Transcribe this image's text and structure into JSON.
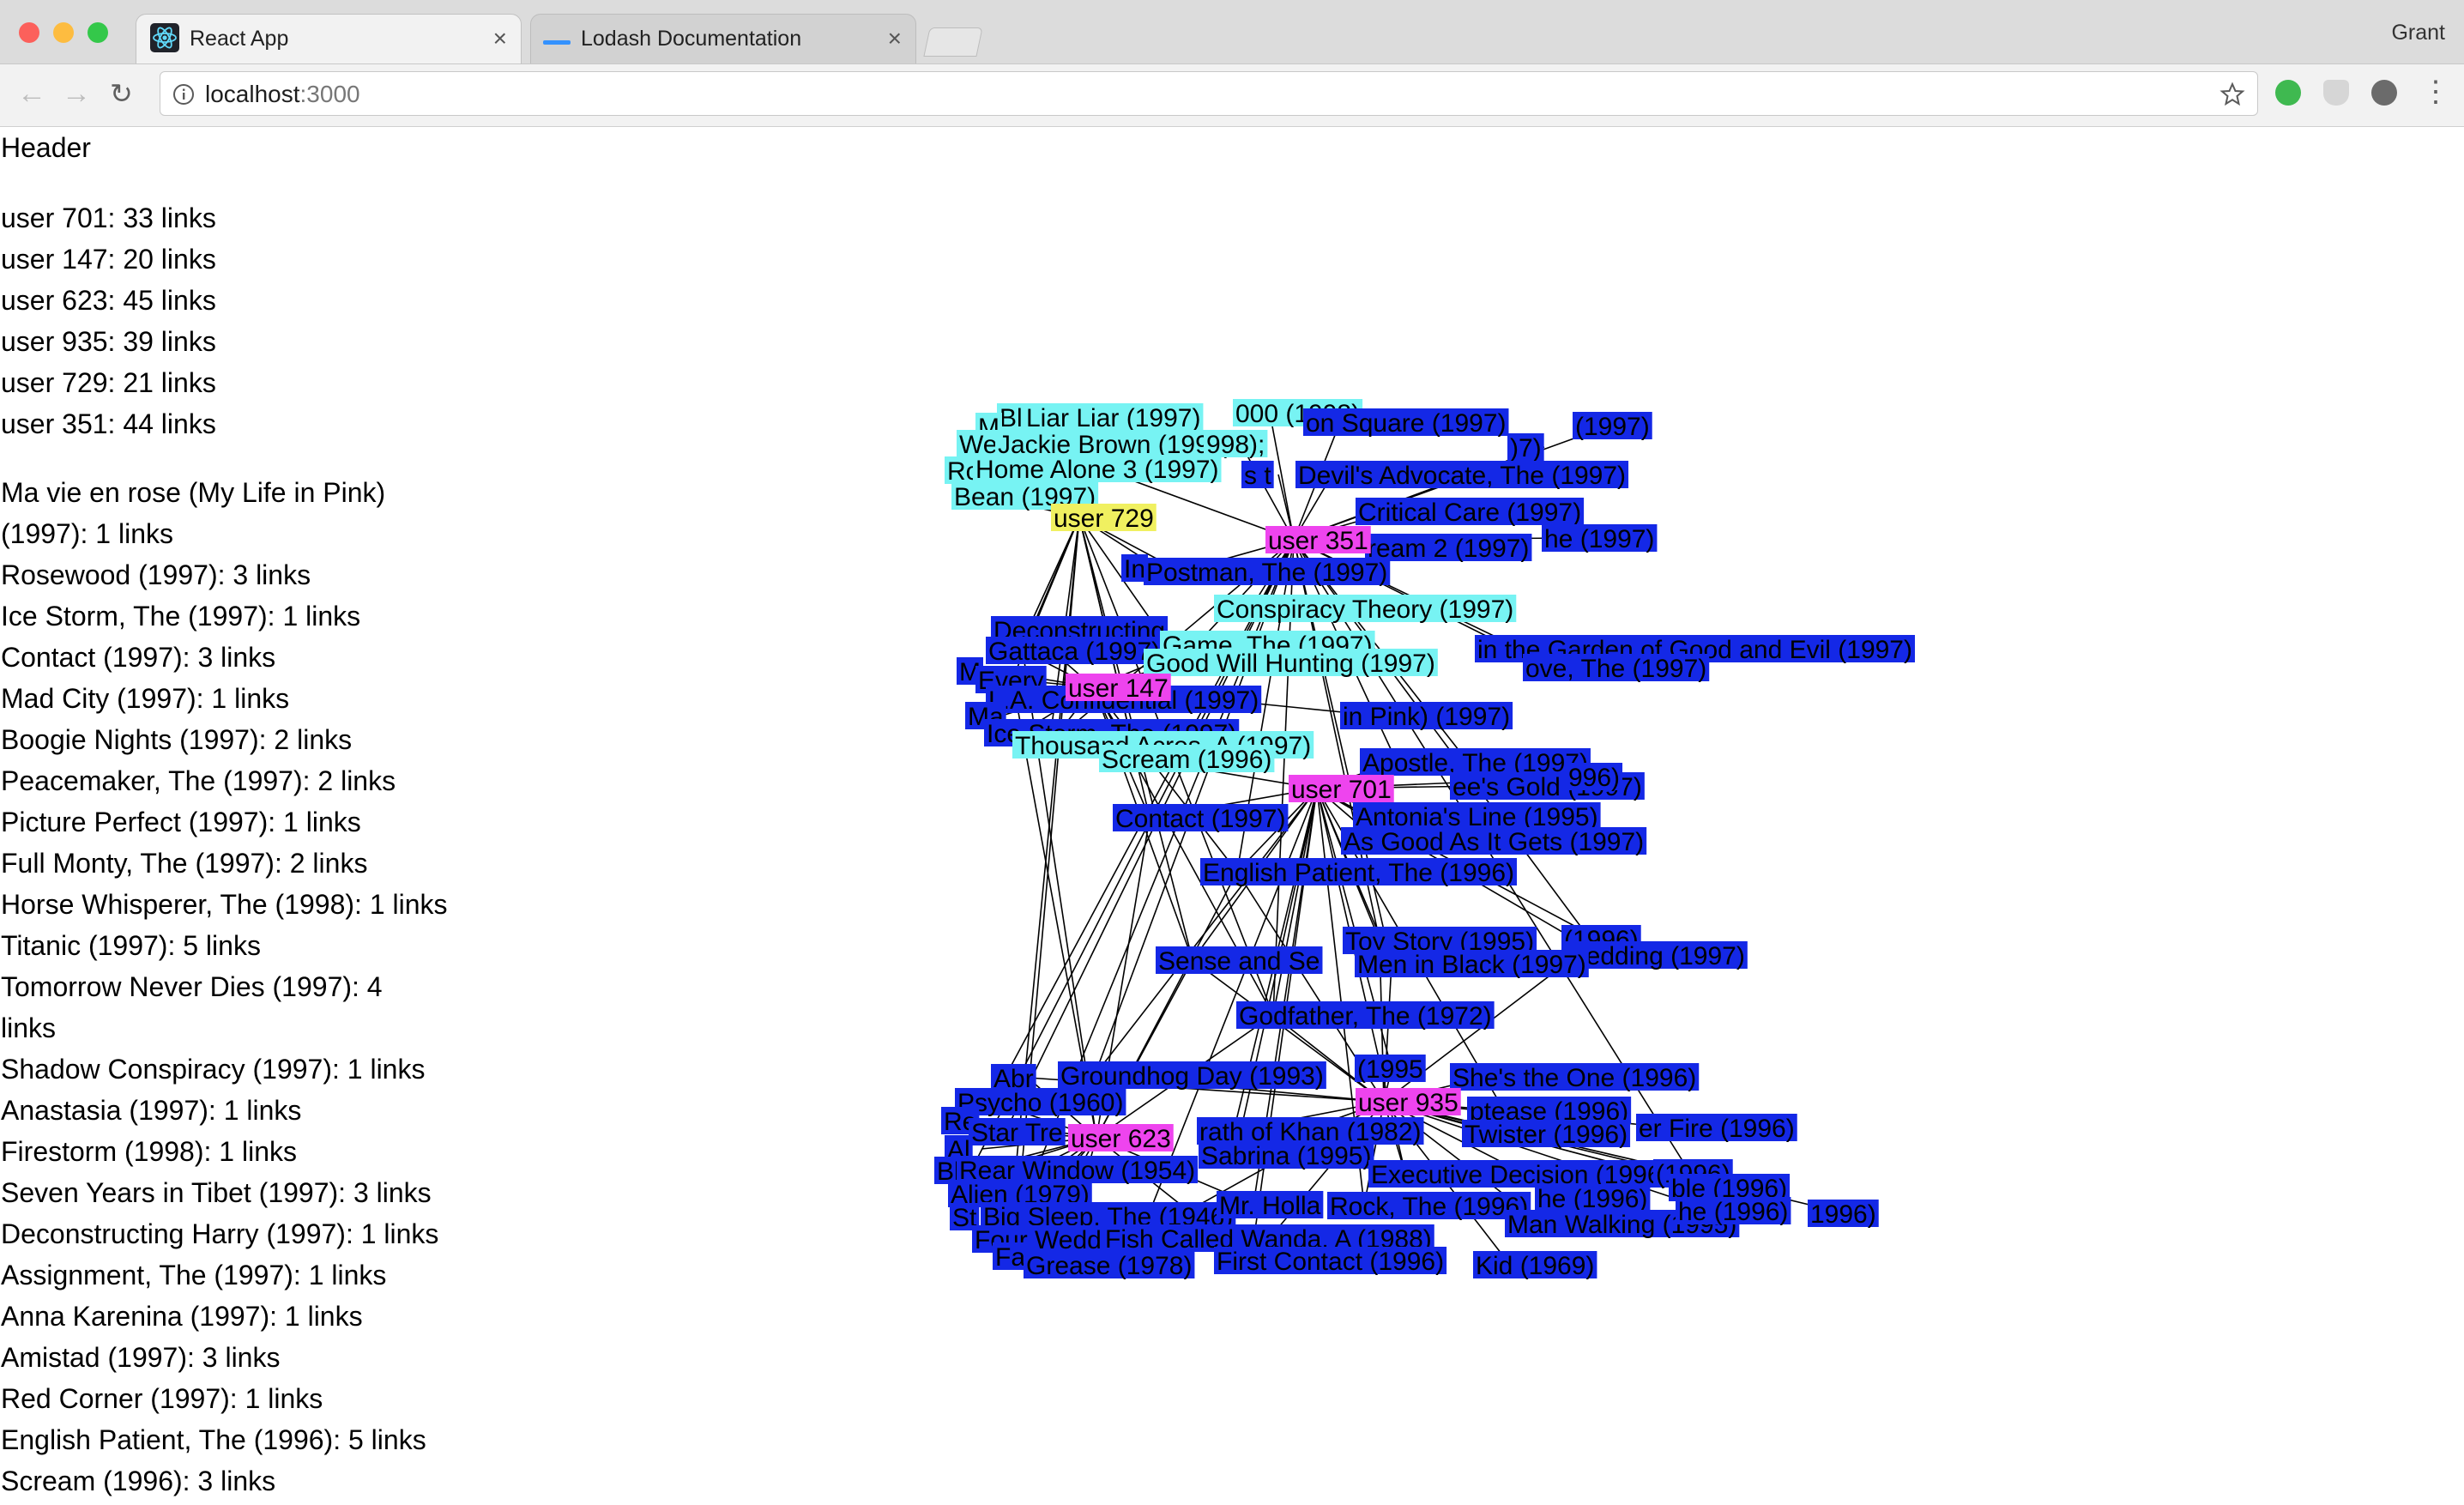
{
  "browser": {
    "tabs": [
      {
        "title": "React App",
        "icon": "react-icon"
      },
      {
        "title": "Lodash Documentation",
        "icon": "lodash-icon"
      }
    ],
    "tab_close_glyph": "×",
    "profile_name": "Grant",
    "url_host": "localhost",
    "url_port": ":3000"
  },
  "page": {
    "header": "Header",
    "users": [
      "user 701: 33 links",
      "user 147: 20 links",
      "user 623: 45 links",
      "user 935: 39 links",
      "user 729: 21 links",
      "user 351: 44 links"
    ],
    "movies": [
      "Ma vie en rose (My Life in Pink)",
      "(1997): 1 links",
      "Rosewood (1997): 3 links",
      "Ice Storm, The (1997): 1 links",
      "Contact (1997): 3 links",
      "Mad City (1997): 1 links",
      "Boogie Nights (1997): 2 links",
      "Peacemaker, The (1997): 2 links",
      "Picture Perfect (1997): 1 links",
      "Full Monty, The (1997): 2 links",
      "Horse Whisperer, The (1998): 1 links",
      "Titanic (1997): 5 links",
      "Tomorrow Never Dies (1997): 4",
      "links",
      "Shadow Conspiracy (1997): 1 links",
      "Anastasia (1997): 1 links",
      "Firestorm (1998): 1 links",
      "Seven Years in Tibet (1997): 3 links",
      "Deconstructing Harry (1997): 1 links",
      "Assignment, The (1997): 1 links",
      "Anna Karenina (1997): 1 links",
      "Amistad (1997): 3 links",
      "Red Corner (1997): 1 links",
      "English Patient, The (1996): 5 links",
      "Scream (1996): 3 links"
    ]
  },
  "graph": {
    "colors": {
      "user": "#ee44ee",
      "shared": "#77f3f3",
      "single": "#1428e6",
      "active": "#f0f060",
      "edge": "#000000"
    },
    "users": [
      {
        "id": "user 729",
        "active": true
      },
      {
        "id": "user 351"
      },
      {
        "id": "user 147"
      },
      {
        "id": "user 701"
      },
      {
        "id": "user 935"
      },
      {
        "id": "user 623"
      }
    ],
    "labels": [
      {
        "t": "Bl",
        "c": "shared"
      },
      {
        "t": "Liar Liar (1997)",
        "c": "shared"
      },
      {
        "t": "000 (1998)",
        "c": "shared"
      },
      {
        "t": "on Square (1997)",
        "c": "single"
      },
      {
        "t": "(1997)",
        "c": "single"
      },
      {
        "t": "M",
        "c": "shared"
      },
      {
        "t": "We",
        "c": "shared"
      },
      {
        "t": "Jackie Brown (1997)",
        "c": "shared"
      },
      {
        "t": "998);",
        "c": "shared"
      },
      {
        "t": ")7)",
        "c": "single"
      },
      {
        "t": "Ro",
        "c": "shared"
      },
      {
        "t": "Home Alone 3 (1997)",
        "c": "shared"
      },
      {
        "t": "s t",
        "c": "single"
      },
      {
        "t": "Devil's Advocate, The (1997)",
        "c": "single"
      },
      {
        "t": "Bean (1997)",
        "c": "shared"
      },
      {
        "t": "Critical Care (1997)",
        "c": "single"
      },
      {
        "t": "ream 2 (1997)",
        "c": "single"
      },
      {
        "t": "he (1997)",
        "c": "single"
      },
      {
        "t": "In",
        "c": "single"
      },
      {
        "t": "Postman, The (1997)",
        "c": "single"
      },
      {
        "t": "Conspiracy Theory (1997)",
        "c": "shared"
      },
      {
        "t": "Deconstructing",
        "c": "single"
      },
      {
        "t": "Gattaca (1997)",
        "c": "single"
      },
      {
        "t": "Game, The (1997)",
        "c": "shared"
      },
      {
        "t": "in the Garden of Good and Evil (1997)",
        "c": "single"
      },
      {
        "t": "Good Will Hunting (1997)",
        "c": "shared"
      },
      {
        "t": "ove, The (1997)",
        "c": "single"
      },
      {
        "t": "M",
        "c": "single"
      },
      {
        "t": "Every",
        "c": "single"
      },
      {
        "t": "L.A. Confidential (1997)",
        "c": "single"
      },
      {
        "t": "Ma",
        "c": "single"
      },
      {
        "t": "in Pink) (1997)",
        "c": "single"
      },
      {
        "t": "Ice Storm, The (1997)",
        "c": "single"
      },
      {
        "t": "Thousand Acres, A (1997)",
        "c": "shared"
      },
      {
        "t": "Scream (1996)",
        "c": "shared"
      },
      {
        "t": "Apostle, The (1997)",
        "c": "single"
      },
      {
        "t": "ee's Gold (1997)",
        "c": "single"
      },
      {
        "t": "996)",
        "c": "single"
      },
      {
        "t": "Contact (1997)",
        "c": "single"
      },
      {
        "t": "Antonia's Line (1995)",
        "c": "single"
      },
      {
        "t": "As Good As It Gets (1997)",
        "c": "single"
      },
      {
        "t": "English Patient, The (1996)",
        "c": "single"
      },
      {
        "t": "Toy Story (1995)",
        "c": "single"
      },
      {
        "t": "(1996)",
        "c": "single"
      },
      {
        "t": "wedding (1997)",
        "c": "single"
      },
      {
        "t": "Sense and Se",
        "c": "single"
      },
      {
        "t": "Men in Black (1997)",
        "c": "single"
      },
      {
        "t": "Godfather, The (1972)",
        "c": "single"
      },
      {
        "t": "Abr",
        "c": "single"
      },
      {
        "t": "Groundhog Day (1993)",
        "c": "single"
      },
      {
        "t": "(1995",
        "c": "single"
      },
      {
        "t": "She's the One (1996)",
        "c": "single"
      },
      {
        "t": "Psycho (1960)",
        "c": "single"
      },
      {
        "t": "ptease (1996)",
        "c": "single"
      },
      {
        "t": "Re",
        "c": "single"
      },
      {
        "t": "Star Tre",
        "c": "single"
      },
      {
        "t": "rath of Khan (1982)",
        "c": "single"
      },
      {
        "t": "Twister (1996)",
        "c": "single"
      },
      {
        "t": "er Fire (1996)",
        "c": "single"
      },
      {
        "t": "Al",
        "c": "single"
      },
      {
        "t": "Sabrina (1995)",
        "c": "single"
      },
      {
        "t": "Bl",
        "c": "single"
      },
      {
        "t": "Rear Window (1954)",
        "c": "single"
      },
      {
        "t": "Executive Decision (1996)",
        "c": "single"
      },
      {
        "t": "(1996)",
        "c": "single"
      },
      {
        "t": "Alien (1979)",
        "c": "single"
      },
      {
        "t": "he (1996)",
        "c": "single"
      },
      {
        "t": "ble (1996)",
        "c": "single"
      },
      {
        "t": "St",
        "c": "single"
      },
      {
        "t": "Big Sleep, The (1946)",
        "c": "single"
      },
      {
        "t": "Mr. Holla",
        "c": "single"
      },
      {
        "t": "Rock, The (1996)",
        "c": "single"
      },
      {
        "t": "Man Walking (1995)",
        "c": "single"
      },
      {
        "t": "he (1996)",
        "c": "single"
      },
      {
        "t": "1996)",
        "c": "single"
      },
      {
        "t": "Four Wedd",
        "c": "single"
      },
      {
        "t": "Fish Called Wanda, A (1988)",
        "c": "single"
      },
      {
        "t": "Fa",
        "c": "single"
      },
      {
        "t": "Grease (1978)",
        "c": "single"
      },
      {
        "t": "First Contact (1996)",
        "c": "single"
      },
      {
        "t": "Kid (1969)",
        "c": "single"
      }
    ]
  }
}
